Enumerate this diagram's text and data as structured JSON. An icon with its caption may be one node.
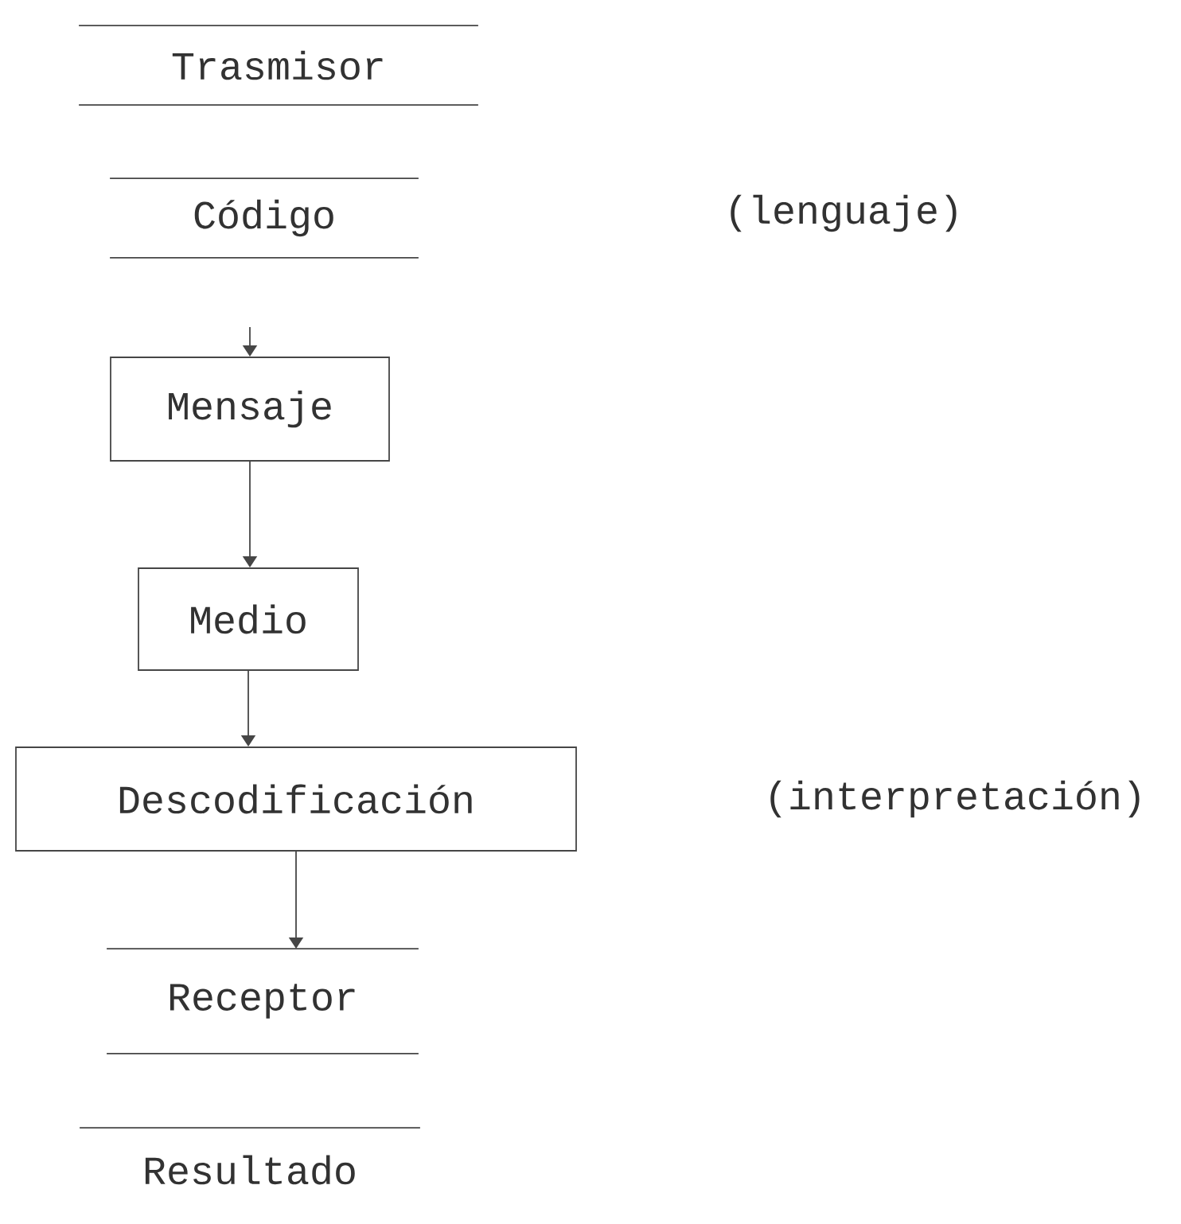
{
  "diagram": {
    "nodes": [
      {
        "text": [
          "Trasmisor"
        ]
      },
      {
        "text": [
          "Código"
        ]
      },
      {
        "text": [
          "Mensaje"
        ]
      },
      {
        "text": [
          "Medio"
        ]
      },
      {
        "text": [
          "Descodificación"
        ]
      },
      {
        "text": [
          "Receptor"
        ]
      },
      {
        "text": [
          "Resultado"
        ]
      }
    ],
    "edges": [
      {
        "from": null,
        "to": 2,
        "arrow": "to"
      },
      {
        "from": 2,
        "to": 3,
        "arrow": "to"
      },
      {
        "from": 3,
        "to": 4,
        "arrow": "to"
      },
      {
        "from": 4,
        "to": 5,
        "arrow": "to"
      }
    ],
    "labels": [
      "(lenguaje)",
      "(interpretación)"
    ]
  }
}
